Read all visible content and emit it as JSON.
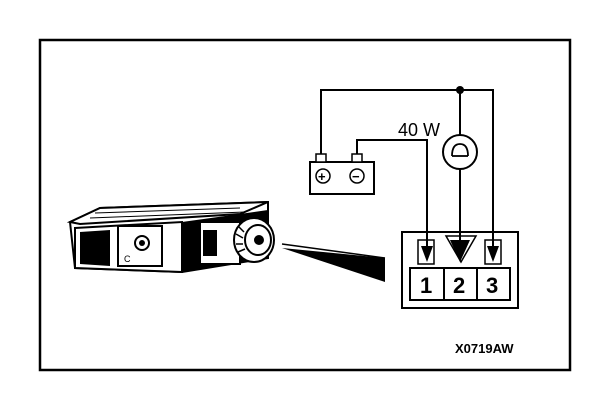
{
  "wattage_label": "40 W",
  "figure_code": "X0719AW",
  "battery": {
    "positive_symbol": "+",
    "negative_symbol": "−"
  },
  "connector": {
    "pins": [
      "1",
      "2",
      "3"
    ]
  },
  "component_mark": "C",
  "colors": {
    "line": "#000000",
    "background": "#ffffff"
  }
}
